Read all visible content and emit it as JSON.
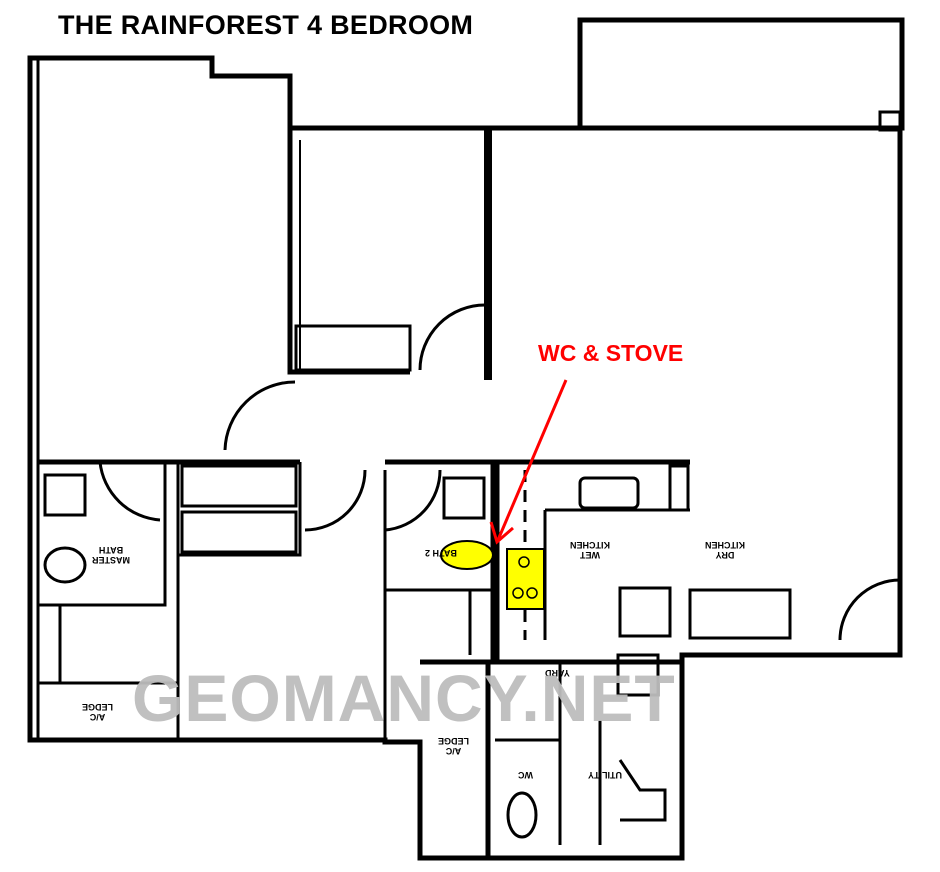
{
  "title": "THE RAINFOREST 4 BEDROOM",
  "annotation": {
    "label": "WC & STOVE",
    "color": "#ff0000"
  },
  "watermark": "GEOMANCY.NET",
  "highlight_color": "#ffff00",
  "rooms": {
    "master_bath": [
      "MASTER",
      "BATH"
    ],
    "bath2": "BATH 2",
    "wet_kitchen": [
      "WET",
      "KITCHEN"
    ],
    "dry_kitchen": [
      "DRY",
      "KITCHEN"
    ],
    "ac_ledge_left": [
      "A/C",
      "LEDGE"
    ],
    "ac_ledge_bottom": [
      "A/C",
      "LEDGE"
    ],
    "yard": "YARD",
    "wc": "WC",
    "utility": "UTILITY"
  }
}
